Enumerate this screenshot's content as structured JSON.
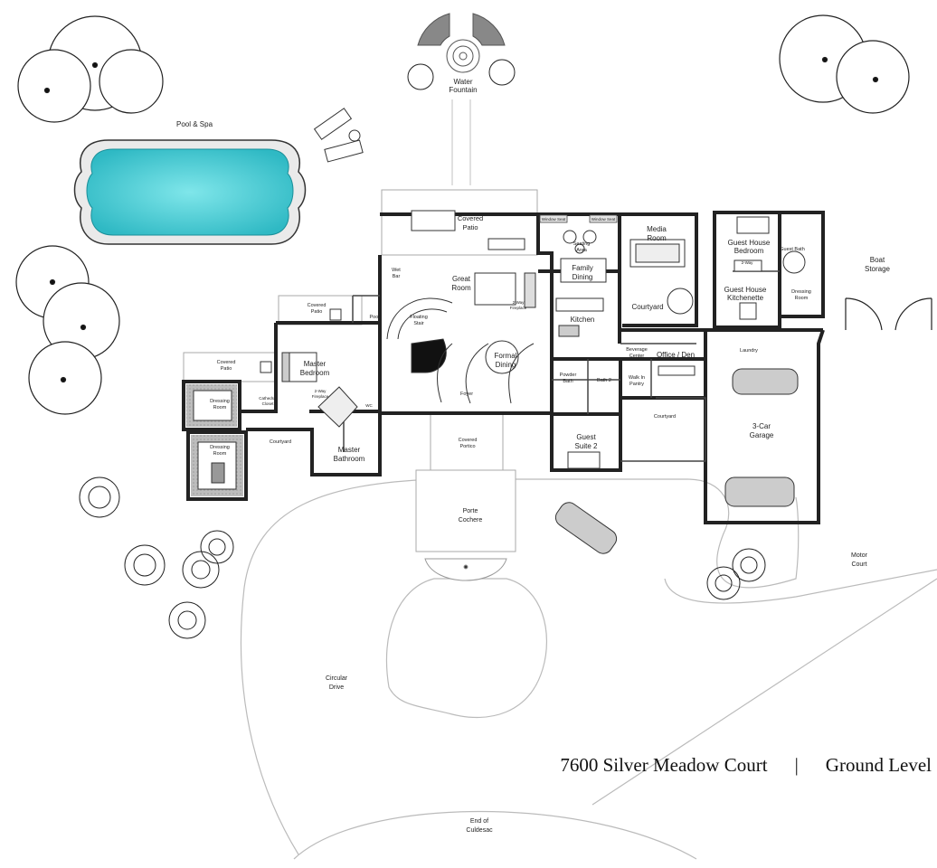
{
  "footer": {
    "address": "7600 Silver Meadow Court",
    "separator": "|",
    "level": "Ground Level"
  },
  "labels": {
    "pool_spa": "Pool & Spa",
    "water_fountain_1": "Water",
    "water_fountain_2": "Fountain",
    "covered_patio_top_1": "Covered",
    "covered_patio_top_2": "Patio",
    "window_seat_1": "Window Seat",
    "window_seat_2": "Window Seat",
    "seating_area_1": "Seating",
    "seating_area_2": "Area",
    "media_room_1": "Media",
    "media_room_2": "Room",
    "guest_house_bedroom_1": "Guest House",
    "guest_house_bedroom_2": "Bedroom",
    "guest_bath": "Guest Bath",
    "boat_storage_1": "Boat",
    "boat_storage_2": "Storage",
    "wet_bar_1": "Wet",
    "wet_bar_2": "Bar",
    "great_room_1": "Great",
    "great_room_2": "Room",
    "family_dining_1": "Family",
    "family_dining_2": "Dining",
    "two_way_fireplace_a_1": "2-Way",
    "two_way_fireplace_a_2": "Fireplace",
    "two_way_small": "2-Way",
    "guest_house_kitchenette_1": "Guest House",
    "guest_house_kitchenette_2": "Kitchenette",
    "dressing_room_gh_1": "Dressing",
    "dressing_room_gh_2": "Room",
    "covered_patio_mid_1": "Covered",
    "covered_patio_mid_2": "Patio",
    "pool_bath_1": "Pool",
    "pool_bath_2": "Bath",
    "floating_stair_1": "Floating",
    "floating_stair_2": "Stair",
    "kitchen": "Kitchen",
    "courtyard_center": "Courtyard",
    "covered_patio_left_1": "Covered",
    "covered_patio_left_2": "Patio",
    "master_bedroom_1": "Master",
    "master_bedroom_2": "Bedroom",
    "formal_dining_1": "Formal",
    "formal_dining_2": "Dining",
    "beverage_center_1": "Beverage",
    "beverage_center_2": "Center",
    "office_den": "Office / Den",
    "laundry": "Laundry",
    "dressing_room_a_1": "Dressing",
    "dressing_room_a_2": "Room",
    "cathedral_closet_1": "Cathedral",
    "cathedral_closet_2": "Closet",
    "two_way_fireplace_b_1": "2-Way",
    "two_way_fireplace_b_2": "Fireplace",
    "powder_bath_1": "Powder",
    "powder_bath_2": "Bath",
    "bath_2": "Bath 2",
    "walk_in_pantry_1": "Walk In",
    "walk_in_pantry_2": "Pantry",
    "foyer": "Foyer",
    "wc": "WC",
    "courtyard_right": "Courtyard",
    "three_car_garage_1": "3-Car",
    "three_car_garage_2": "Garage",
    "dressing_room_b_1": "Dressing",
    "dressing_room_b_2": "Room",
    "courtyard_left": "Courtyard",
    "master_bathroom_1": "Master",
    "master_bathroom_2": "Bathroom",
    "covered_portico_1": "Covered",
    "covered_portico_2": "Portico",
    "guest_suite_2_1": "Guest",
    "guest_suite_2_2": "Suite 2",
    "porte_cochere_1": "Porte",
    "porte_cochere_2": "Cochere",
    "motor_court_1": "Motor",
    "motor_court_2": "Court",
    "circular_drive_1": "Circular",
    "circular_drive_2": "Drive",
    "end_culdesac_1": "End of",
    "end_culdesac_2": "Culdesac"
  },
  "colors": {
    "wall": "#222222",
    "outline": "#999999",
    "pool_water": "#3fd2d8",
    "pool_deck": "#e9e9e9",
    "wood_floor": "#ffffff",
    "pool_outline": "#333333"
  }
}
